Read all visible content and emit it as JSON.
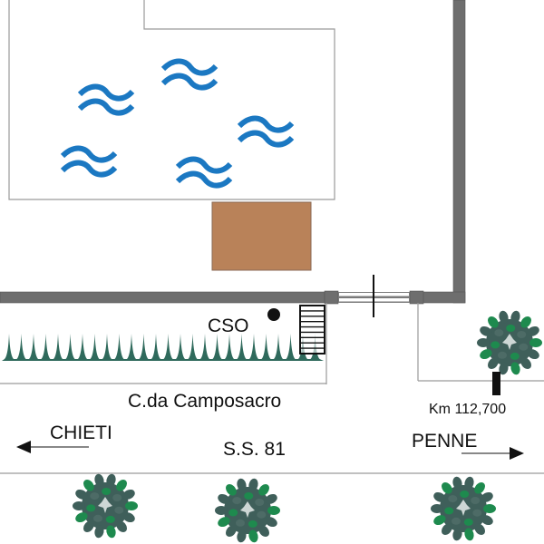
{
  "diagram": {
    "type": "site-plan",
    "labels": {
      "cso": "CSO",
      "street": "C.da Camposacro",
      "kilometer_marker": "Km 112,700",
      "road": "S.S. 81",
      "direction_left": "CHIETI",
      "direction_right": "PENNE"
    },
    "elements": {
      "pool": {
        "name": "water-basin",
        "wave_symbols": 5
      },
      "building": {
        "name": "brown-structure"
      },
      "walls": {
        "name": "perimeter-wall"
      },
      "gate": {
        "name": "entrance-gate"
      },
      "stairs": {
        "name": "stairs",
        "steps": 9
      },
      "hedge": {
        "name": "hedge",
        "spikes": 26
      },
      "cso_marker": {
        "name": "cso-point"
      },
      "trees": {
        "count": 4
      }
    },
    "colors": {
      "water": "#1b78c2",
      "wall": "#6e6e6e",
      "building": "#b98259",
      "hedge": "#2f6a5c",
      "tree_dark": "#3f5f5a",
      "tree_light": "#1e8a4e",
      "line": "#9a9a9a",
      "ink": "#111111"
    }
  }
}
